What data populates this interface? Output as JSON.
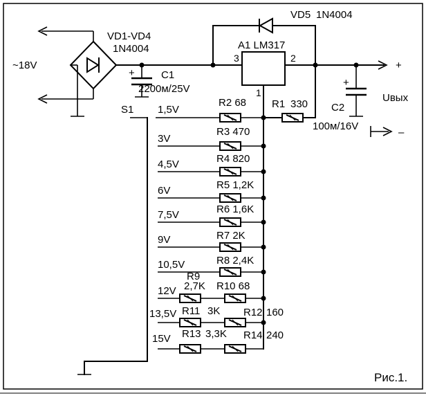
{
  "input": {
    "voltage_label": "~18V"
  },
  "bridge": {
    "ref": "VD1-VD4",
    "part": "1N4004"
  },
  "c1": {
    "ref": "C1",
    "value": "2200м/25V",
    "polarity": "+"
  },
  "regulator": {
    "ref": "A1 LM317",
    "pin_in": "3",
    "pin_out": "2",
    "pin_adj": "1"
  },
  "vd5": {
    "ref": "VD5",
    "part": "1N4004"
  },
  "r1": {
    "ref": "R1",
    "value": "330"
  },
  "c2": {
    "ref": "C2",
    "value": "100м/16V",
    "polarity": "+"
  },
  "output": {
    "label": "Uвых",
    "plus": "+",
    "minus": "–"
  },
  "switch": {
    "ref": "S1"
  },
  "taps": [
    {
      "voltage": "1,5V",
      "resistors": [
        "R2 68"
      ]
    },
    {
      "voltage": "3V",
      "resistors": [
        "R3 470"
      ]
    },
    {
      "voltage": "4,5V",
      "resistors": [
        "R4 820"
      ]
    },
    {
      "voltage": "6V",
      "resistors": [
        "R5 1,2K"
      ]
    },
    {
      "voltage": "7,5V",
      "resistors": [
        "R6 1,6K"
      ]
    },
    {
      "voltage": "9V",
      "resistors": [
        "R7 2K"
      ]
    },
    {
      "voltage": "10,5V",
      "resistors": [
        "R8 2,4K"
      ]
    },
    {
      "voltage": "12V",
      "resistors": [
        "R9",
        "2,7K",
        "R10 68"
      ]
    },
    {
      "voltage": "13,5V",
      "resistors": [
        "R11",
        "3K",
        "R12",
        "160"
      ]
    },
    {
      "voltage": "15V",
      "resistors": [
        "R13",
        "3,3K",
        "R14",
        "240"
      ]
    }
  ],
  "caption": "Рис.1."
}
